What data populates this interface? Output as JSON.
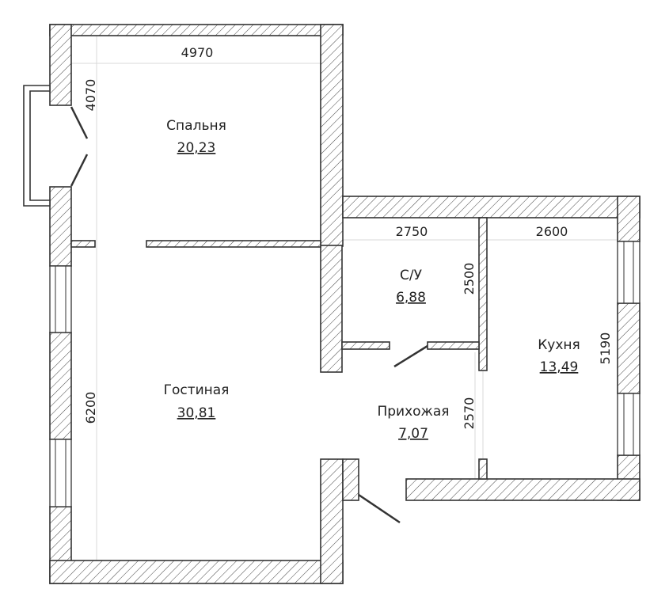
{
  "rooms": {
    "bedroom": {
      "name": "Спальня",
      "area": "20,23"
    },
    "living": {
      "name": "Гостиная",
      "area": "30,81"
    },
    "bathroom": {
      "name": "С/У",
      "area": "6,88"
    },
    "hallway": {
      "name": "Прихожая",
      "area": "7,07"
    },
    "kitchen": {
      "name": "Кухня",
      "area": "13,49"
    }
  },
  "dimensions": {
    "bedroom_width": "4970",
    "bedroom_depth": "4070",
    "living_depth": "6200",
    "bathroom_width": "2750",
    "bathroom_depth": "2500",
    "kitchen_width": "2600",
    "kitchen_depth": "5190",
    "hallway_depth": "2570"
  }
}
